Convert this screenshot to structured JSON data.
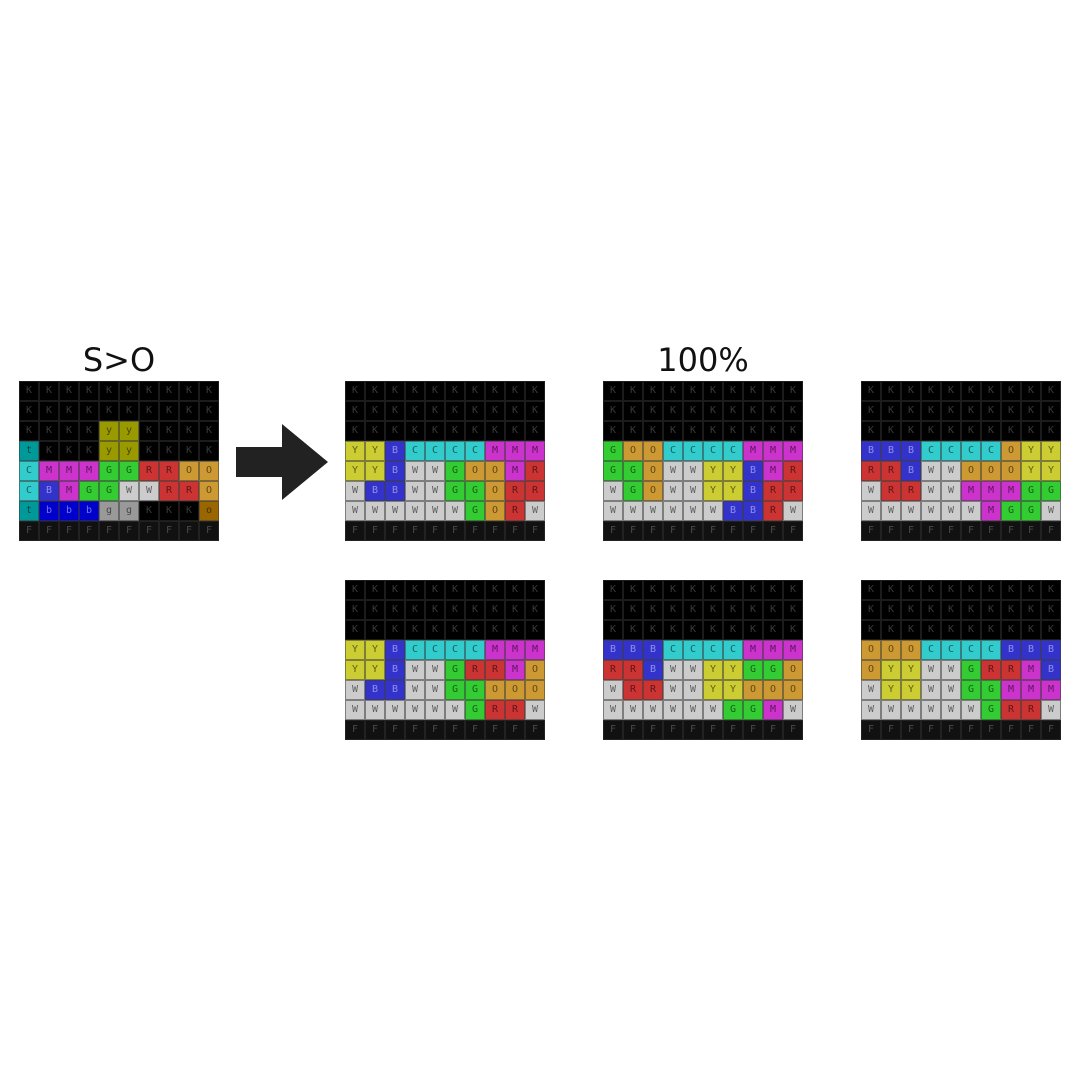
{
  "labels": {
    "source": "S>O",
    "accuracy": "100%"
  },
  "colors": {
    "K": "#000000",
    "F": "#111111",
    "C": "#33cccc",
    "M": "#cc33cc",
    "G": "#33cc33",
    "R": "#cc3333",
    "O": "#cc9933",
    "Y": "#cccc33",
    "B": "#3333cc",
    "W": "#cccccc",
    "t": "#009999",
    "y": "#999900",
    "b": "#0000cc",
    "g": "#999999",
    "o": "#996600"
  },
  "boards": [
    {
      "id": "input",
      "rows": [
        "KKKKKKKKKK",
        "KKKKKKKKKK",
        "KKKKyyKKKK",
        "tKKKyyKKKK",
        "CMMMGGRROO",
        "CBMGGWWRRO",
        "tbbbggKKKo",
        "FFFFFFFFFF"
      ]
    },
    {
      "id": "result-1",
      "rows": [
        "KKKKKKKKKK",
        "KKKKKKKKKK",
        "KKKKKKKKKK",
        "YYBCCCCMMM",
        "YYBWWGOOMR",
        "WBBWWGGORR",
        "WWWWWWGORW",
        "FFFFFFFFFF"
      ]
    },
    {
      "id": "result-2",
      "rows": [
        "KKKKKKKKKK",
        "KKKKKKKKKK",
        "KKKKKKKKKK",
        "GOOCCCCMMM",
        "GGOWWYYBMR",
        "WGOWWYYBRR",
        "WWWWWWBBRW",
        "FFFFFFFFFF"
      ]
    },
    {
      "id": "result-3",
      "rows": [
        "KKKKKKKKKK",
        "KKKKKKKKKK",
        "KKKKKKKKKK",
        "BBBCCCCOYY",
        "RRBWWOOOYY",
        "WRRWWMMMGG",
        "WWWWWWMGGW",
        "FFFFFFFFFF"
      ]
    },
    {
      "id": "result-4",
      "rows": [
        "KKKKKKKKKK",
        "KKKKKKKKKK",
        "KKKKKKKKKK",
        "YYBCCCCMMM",
        "YYBWWGRRMO",
        "WBBWWGGOOO",
        "WWWWWWGRRW",
        "FFFFFFFFFF"
      ]
    },
    {
      "id": "result-5",
      "rows": [
        "KKKKKKKKKK",
        "KKKKKKKKKK",
        "KKKKKKKKKK",
        "BBBCCCCMMM",
        "RRBWWYYGGO",
        "WRRWWYYOOO",
        "WWWWWWGGMW",
        "FFFFFFFFFF"
      ]
    },
    {
      "id": "result-6",
      "rows": [
        "KKKKKKKKKK",
        "KKKKKKKKKK",
        "KKKKKKKKKK",
        "OOOCCCCBBB",
        "OYYWWGRRMB",
        "WYYWWGGMMM",
        "WWWWWWGRRW",
        "FFFFFFFFFF"
      ]
    }
  ]
}
